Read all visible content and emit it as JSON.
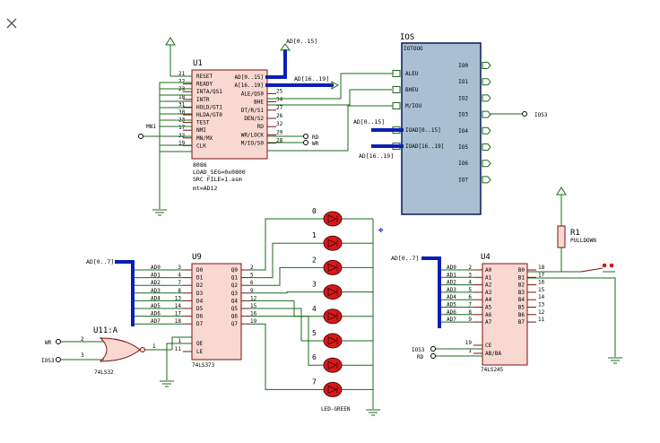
{
  "u1": {
    "ref": "U1",
    "model": "8086",
    "prop1": "LOAD_SEG=0x0800",
    "prop2": "SRC FILE=1.asm",
    "prop3": "mt=AD12",
    "mn1_label": "MN1",
    "bus_ad": "AD[0..15]",
    "bus_a": "AD[16..19]",
    "rd_out": "RD",
    "wr_out": "WR",
    "left_pins": [
      {
        "num": "21",
        "name": "RESET"
      },
      {
        "num": "22",
        "name": "READY"
      },
      {
        "num": "23",
        "name": "INTA/QS1"
      },
      {
        "num": "18",
        "name": "INTR"
      },
      {
        "num": "31",
        "name": "HOLD/GT1"
      },
      {
        "num": "30",
        "name": "HLDA/GT0"
      },
      {
        "num": "23",
        "name": "TEST"
      },
      {
        "num": "17",
        "name": "NMI"
      },
      {
        "num": "33",
        "name": "MN/MX"
      },
      {
        "num": "19",
        "name": "CLK"
      }
    ],
    "right_pins": [
      {
        "num": "",
        "name": "AD[0..15]"
      },
      {
        "num": "",
        "name": "A[16..19]"
      },
      {
        "num": "25",
        "name": "ALE/QS0"
      },
      {
        "num": "34",
        "name": "BHE"
      },
      {
        "num": "27",
        "name": "DT/R/S1"
      },
      {
        "num": "26",
        "name": "DEN/S2"
      },
      {
        "num": "32",
        "name": "RD"
      },
      {
        "num": "29",
        "name": "WR/LOCK"
      },
      {
        "num": "28",
        "name": "M/IO/S0"
      }
    ]
  },
  "ios": {
    "ref": "IOS",
    "subtitle": "IOTOOO",
    "bus_ad": "AD[0..15]",
    "bus_a": "AD[16..19]",
    "out_label": "IOS3",
    "left_pins": [
      "ALEU",
      "BHEU",
      "M/IOU",
      "IOAD[0..15]",
      "IOAD[16..19]"
    ],
    "right_pins": [
      "IO0",
      "IO1",
      "IO2",
      "IO3",
      "IO4",
      "IO5",
      "IO6",
      "IO7"
    ]
  },
  "leds": {
    "type": "LED-GREEN",
    "labels": [
      "0",
      "1",
      "2",
      "3",
      "4",
      "5",
      "6",
      "7"
    ]
  },
  "u9": {
    "ref": "U9",
    "model": "74LS373",
    "bus": "AD[0..7]",
    "left_pins": [
      {
        "net": "AD0",
        "num": "3",
        "name": "D0"
      },
      {
        "net": "AD1",
        "num": "4",
        "name": "D1"
      },
      {
        "net": "AD2",
        "num": "7",
        "name": "D2"
      },
      {
        "net": "AD3",
        "num": "8",
        "name": "D3"
      },
      {
        "net": "AD4",
        "num": "13",
        "name": "D4"
      },
      {
        "net": "AD5",
        "num": "14",
        "name": "D5"
      },
      {
        "net": "AD6",
        "num": "17",
        "name": "D6"
      },
      {
        "net": "AD7",
        "num": "18",
        "name": "D7"
      },
      {
        "net": "",
        "num": "1",
        "name": "OE"
      },
      {
        "net": "",
        "num": "11",
        "name": "LE"
      }
    ],
    "right_pins": [
      {
        "num": "2",
        "name": "Q0"
      },
      {
        "num": "5",
        "name": "Q1"
      },
      {
        "num": "6",
        "name": "Q2"
      },
      {
        "num": "9",
        "name": "Q3"
      },
      {
        "num": "12",
        "name": "Q4"
      },
      {
        "num": "15",
        "name": "Q5"
      },
      {
        "num": "16",
        "name": "Q6"
      },
      {
        "num": "19",
        "name": "Q7"
      }
    ]
  },
  "u11": {
    "ref": "U11:A",
    "model": "74LS32",
    "in1": "WR",
    "in2": "IOS3",
    "pin_in1": "2",
    "pin_in2": "3",
    "pin_out": "1"
  },
  "u4": {
    "ref": "U4",
    "model": "74LS245",
    "bus": "AD[0..7]",
    "ios3_in": "IOS3",
    "rd_in": "RD",
    "left_pins": [
      {
        "net": "AD0",
        "num": "2",
        "name": "A0"
      },
      {
        "net": "AD1",
        "num": "3",
        "name": "A1"
      },
      {
        "net": "AD2",
        "num": "4",
        "name": "A2"
      },
      {
        "net": "AD3",
        "num": "5",
        "name": "A3"
      },
      {
        "net": "AD4",
        "num": "6",
        "name": "A4"
      },
      {
        "net": "AD5",
        "num": "7",
        "name": "A5"
      },
      {
        "net": "AD6",
        "num": "8",
        "name": "A6"
      },
      {
        "net": "AD7",
        "num": "9",
        "name": "A7"
      },
      {
        "net": "",
        "num": "19",
        "name": "CE"
      },
      {
        "net": "",
        "num": "1",
        "name": "AB/BA"
      }
    ],
    "right_pins": [
      {
        "num": "18",
        "name": "B0"
      },
      {
        "num": "17",
        "name": "B1"
      },
      {
        "num": "16",
        "name": "B2"
      },
      {
        "num": "15",
        "name": "B3"
      },
      {
        "num": "14",
        "name": "B4"
      },
      {
        "num": "13",
        "name": "B5"
      },
      {
        "num": "12",
        "name": "B6"
      },
      {
        "num": "11",
        "name": "B7"
      }
    ]
  },
  "r1": {
    "ref": "R1",
    "value": "PULLDOWN"
  }
}
